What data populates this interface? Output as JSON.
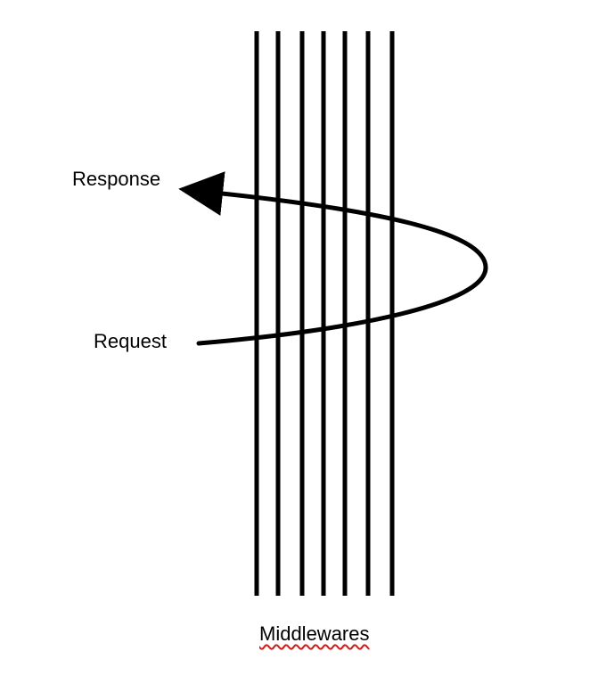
{
  "labels": {
    "response": "Response",
    "request": "Request",
    "middlewares": "Middlewares"
  },
  "colors": {
    "stroke": "#000000",
    "background": "#ffffff",
    "spellcheck_underline": "#d01b1b"
  },
  "middleware_layer_count": 7
}
